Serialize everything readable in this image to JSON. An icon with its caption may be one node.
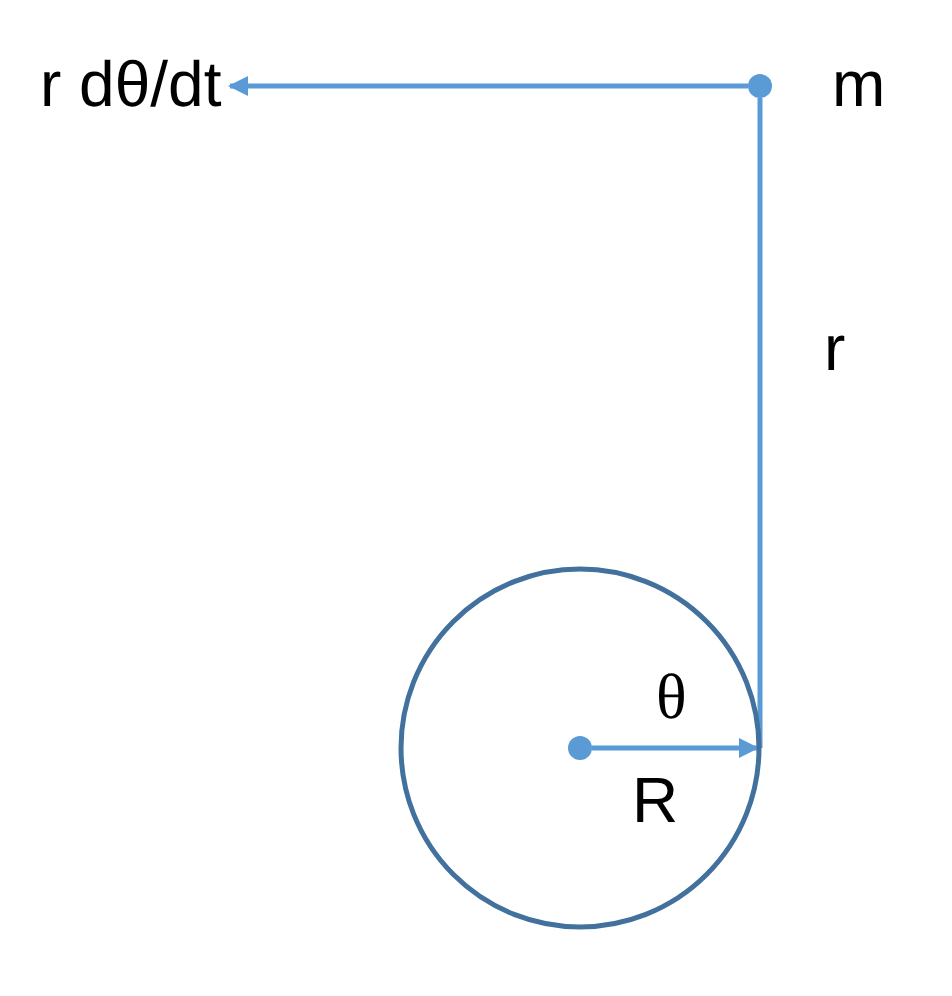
{
  "diagram": {
    "nodes": [
      {
        "text": [
          "r dθ/dt"
        ]
      },
      {
        "text": [],
        "shape": "circle",
        "beside": [
          "m"
        ]
      },
      {
        "text": [],
        "shape": "circle"
      },
      {
        "text": [],
        "shape": "circle",
        "in": 2
      }
    ],
    "edges": [
      {
        "from": 1,
        "to": 0,
        "arrow": "to"
      },
      {
        "from": 1,
        "to": 2,
        "arrow": "none",
        "label": "r"
      },
      {
        "from": 3,
        "to": 2,
        "arrow": "to",
        "label": "R"
      }
    ],
    "labels": [
      "θ"
    ]
  }
}
